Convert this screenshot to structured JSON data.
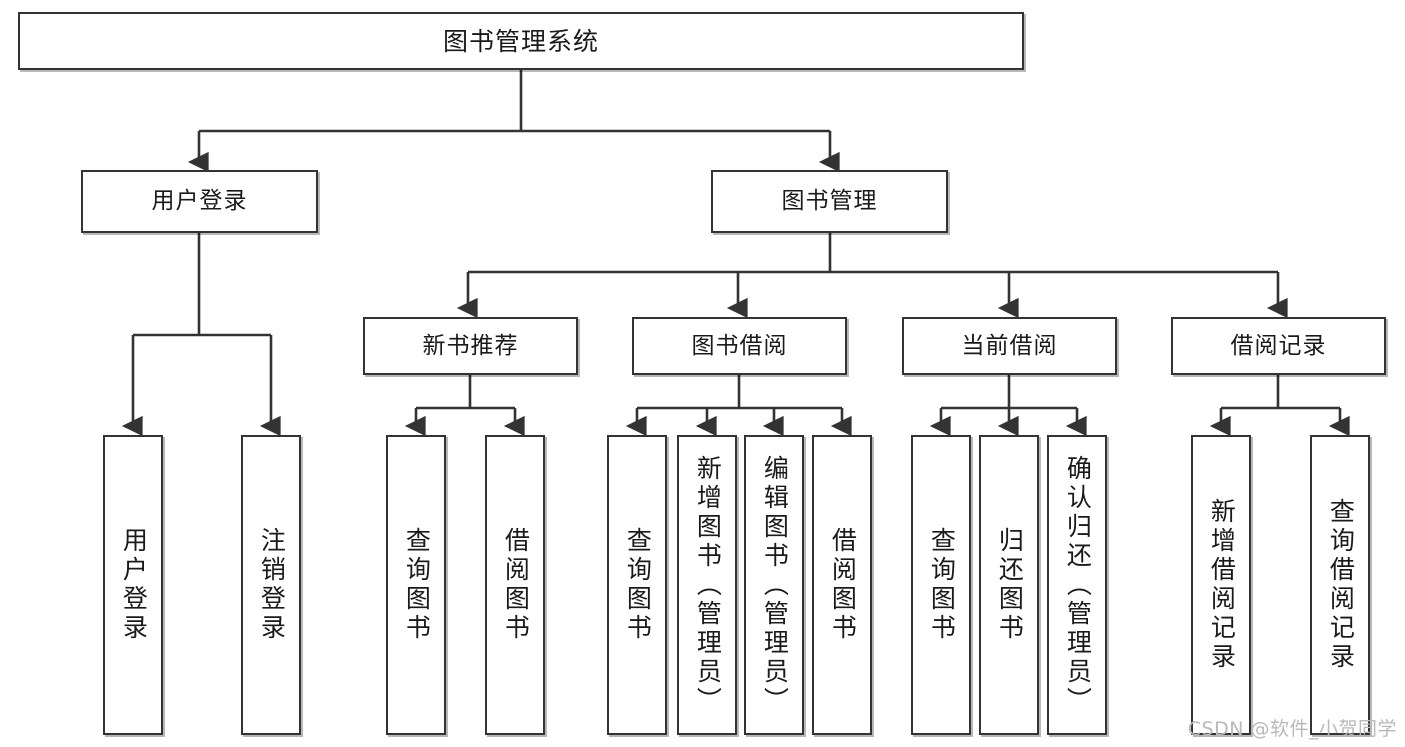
{
  "diagram": {
    "title": "图书管理系统",
    "type": "hierarchy-tree",
    "root": {
      "id": "root",
      "label": "图书管理系统"
    },
    "level1": [
      {
        "id": "user-login",
        "label": "用户登录"
      },
      {
        "id": "book-manage",
        "label": "图书管理"
      }
    ],
    "level2": [
      {
        "id": "new-book-recommend",
        "label": "新书推荐",
        "parent": "book-manage"
      },
      {
        "id": "book-borrow",
        "label": "图书借阅",
        "parent": "book-manage"
      },
      {
        "id": "current-borrow",
        "label": "当前借阅",
        "parent": "book-manage"
      },
      {
        "id": "borrow-record",
        "label": "借阅记录",
        "parent": "book-manage"
      }
    ],
    "leaves": {
      "user-login": [
        {
          "id": "leaf-user-login",
          "label": "用户登录"
        },
        {
          "id": "leaf-user-logout",
          "label": "注销登录"
        }
      ],
      "new-book-recommend": [
        {
          "id": "leaf-query-book-1",
          "label": "查询图书"
        },
        {
          "id": "leaf-borrow-book-1",
          "label": "借阅图书"
        }
      ],
      "book-borrow": [
        {
          "id": "leaf-query-book-2",
          "label": "查询图书"
        },
        {
          "id": "leaf-add-book",
          "label": "新增图书（管理员）"
        },
        {
          "id": "leaf-edit-book",
          "label": "编辑图书（管理员）"
        },
        {
          "id": "leaf-borrow-book-2",
          "label": "借阅图书"
        }
      ],
      "current-borrow": [
        {
          "id": "leaf-query-book-3",
          "label": "查询图书"
        },
        {
          "id": "leaf-return-book",
          "label": "归还图书"
        },
        {
          "id": "leaf-confirm-return",
          "label": "确认归还（管理员）"
        }
      ],
      "borrow-record": [
        {
          "id": "leaf-add-record",
          "label": "新增借阅记录"
        },
        {
          "id": "leaf-query-record",
          "label": "查询借阅记录"
        }
      ]
    }
  },
  "watermark": {
    "text": "CSDN @软件_小贺同学"
  },
  "colors": {
    "box_border": "#333333",
    "box_fill": "#ffffff",
    "connector": "#333333",
    "text": "#1a1a1a",
    "watermark": "#b9b9b9",
    "background": "#ffffff"
  }
}
